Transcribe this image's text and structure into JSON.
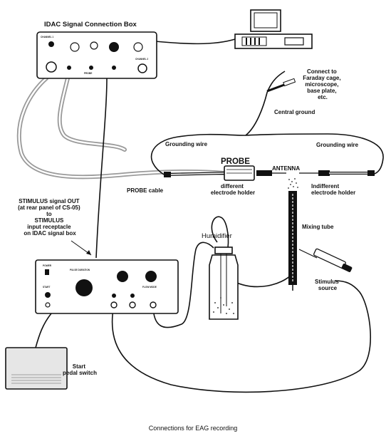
{
  "labels": {
    "box_title": "IDAC Signal Connection Box",
    "connect_to": [
      "Connect to",
      "Faraday cage,",
      "microscope,",
      "base plate,",
      "etc."
    ],
    "central_ground": "Central ground",
    "grounding_wire_left": "Grounding wire",
    "grounding_wire_right": "Grounding wire",
    "probe": "PROBE",
    "antenna": "ANTENNA",
    "probe_cable": "PROBE cable",
    "different_electrode": [
      "different",
      "electrode holder"
    ],
    "indifferent_electrode": [
      "Indifferent",
      "electrode holder"
    ],
    "stimulus_signal": [
      "STIMULUS signal OUT",
      "(at rear panel of CS-05)",
      "to",
      "STIMULUS",
      "input receptacle",
      "on IDAC signal box"
    ],
    "humidifier": "Humidifier",
    "mixing_tube": "Mixing tube",
    "stimulus_source": [
      "Stimulus",
      "source"
    ],
    "start_pedal": [
      "Start",
      "pedal switch"
    ],
    "caption": "Connections for EAG recording"
  },
  "panel": {
    "channel_1": "CHANNEL 1",
    "channel_2": "CHANNEL 2",
    "probe": "PROBE",
    "power": "POWER",
    "start": "START",
    "pulse_duration": "PULSE DURATION",
    "flow_mode": "FLOW MODE"
  },
  "colors": {
    "ink": "#111111",
    "hose": "#9a9a9a",
    "pedal_fill": "#e6e6e6",
    "paper": "#ffffff"
  }
}
